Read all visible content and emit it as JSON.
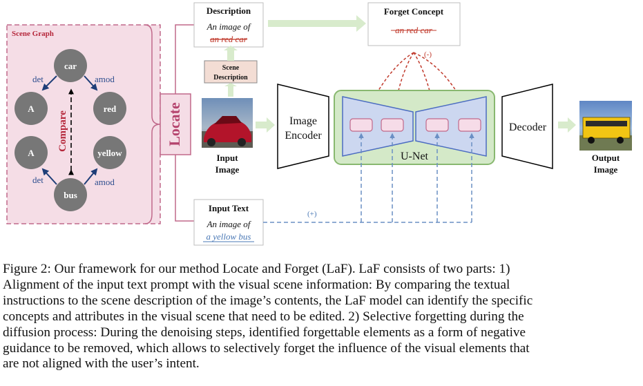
{
  "scene_graph": {
    "title": "Scene Graph",
    "nodes": {
      "car": "car",
      "a_top": "A",
      "red": "red",
      "a_bottom": "A",
      "yellow": "yellow",
      "bus": "bus"
    },
    "edges": {
      "det_top": "det",
      "amod_top": "amod",
      "det_bottom": "det",
      "amod_bottom": "amod"
    },
    "compare": "Compare"
  },
  "locate": "Locate",
  "description": {
    "title": "Description",
    "line1": "An image of",
    "line2": "an red car"
  },
  "forget_concept": {
    "title": "Forget Concept",
    "text": "an red car",
    "sign": "(-)"
  },
  "scene_description": {
    "line1": "Scene",
    "line2": "Description"
  },
  "input_image": {
    "line1": "Input",
    "line2": "Image"
  },
  "image_encoder": {
    "line1": "Image",
    "line2": "Encoder"
  },
  "unet": "U-Net",
  "decoder": "Decoder",
  "output_image": {
    "line1": "Output",
    "line2": "Image"
  },
  "input_text": {
    "title": "Input Text",
    "line1": "An image of",
    "line2": "a yellow bus",
    "sign": "(+)"
  },
  "caption": [
    "Figure 2: Our framework for our method Locate and Forget (LaF). LaF consists of two parts: 1)",
    "Alignment of the input text prompt with the visual scene information: By comparing the textual",
    "instructions to the scene description of the image’s contents, the LaF model can identify the specific",
    "concepts and attributes in the visual scene that need to be edited. 2) Selective forgetting during the",
    "diffusion process: During the denoising steps, identified forgettable elements as a form of negative",
    "guidance to be removed, which allows to selectively forget the influence of the visual elements that",
    "are not aligned with the user’s intent."
  ],
  "colors": {
    "pink_border": "#c0688a",
    "pink_fill": "#f5dde6",
    "node_gray": "#777777",
    "edge_blue": "#2f4f8f",
    "green_arrow": "#d8ebcc",
    "red_dashed": "#c0392b",
    "blue_dashed": "#6a8fc4",
    "unet_green_fill": "#d4e9c8",
    "unet_green_border": "#88b86f",
    "unet_blue_fill": "#ccd7f0",
    "unet_blue_border": "#4b6cc1"
  }
}
